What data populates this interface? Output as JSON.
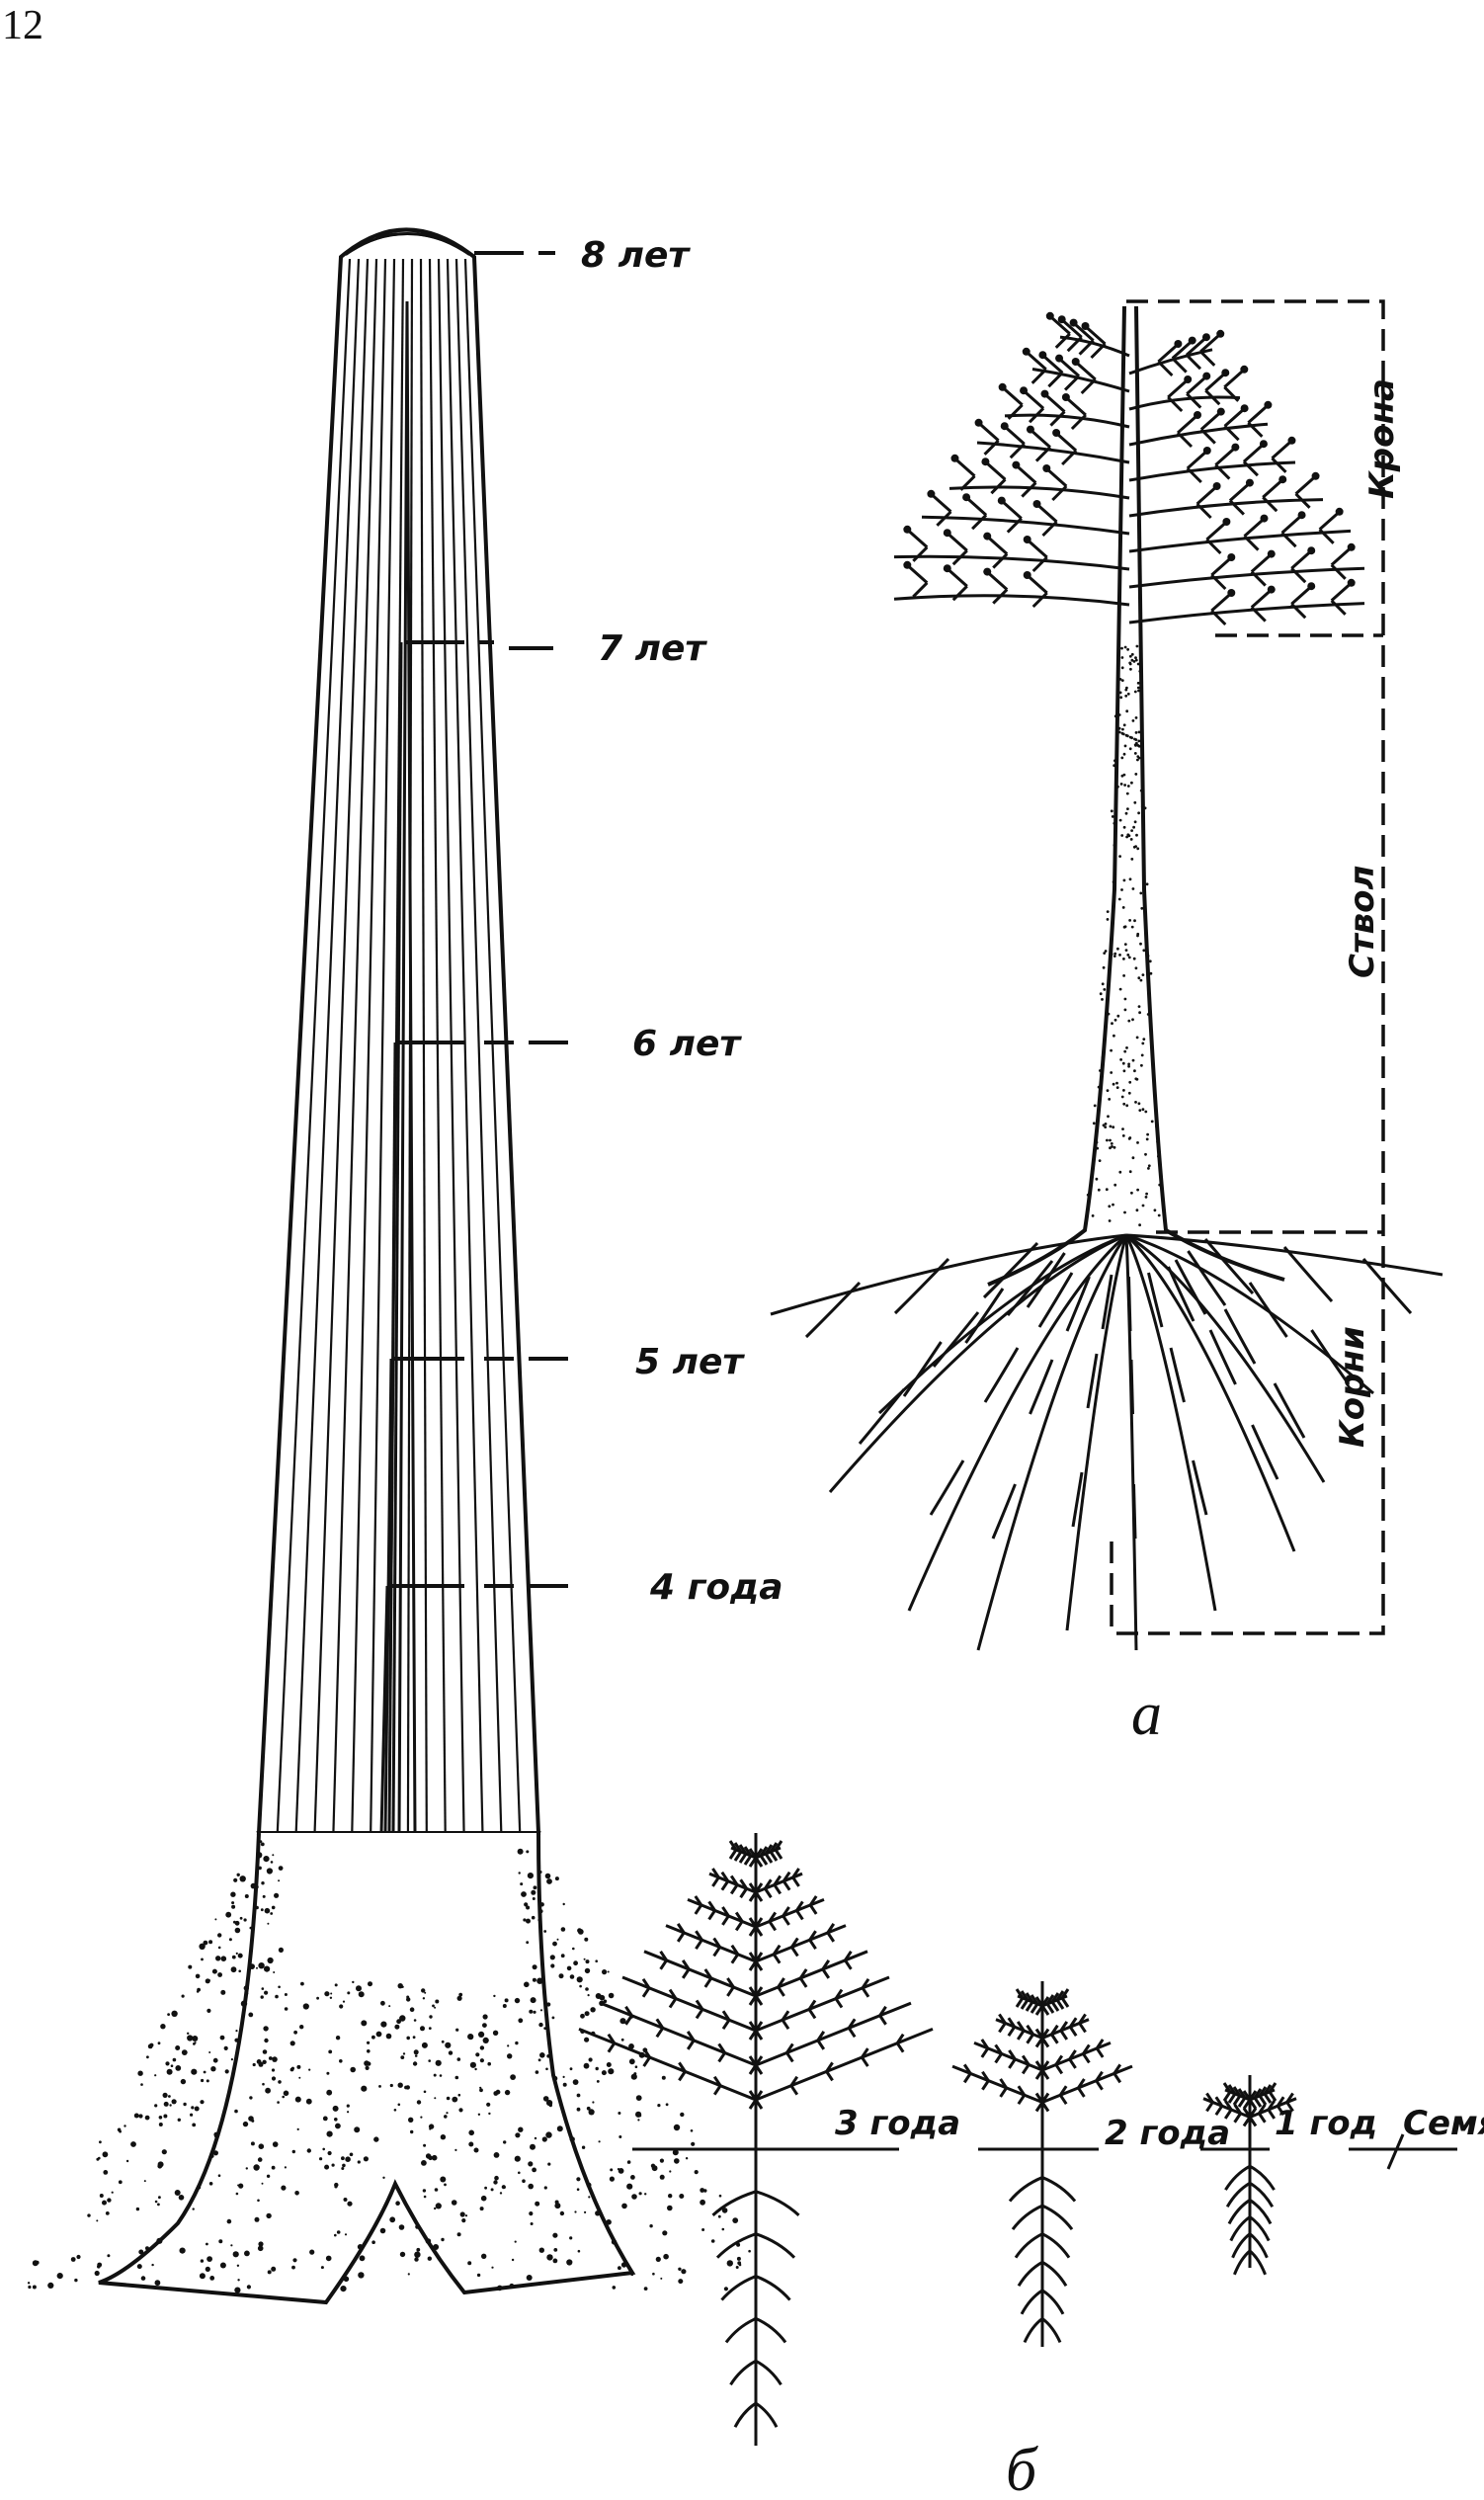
{
  "page_number": "12",
  "trunk_labels": [
    "8 лет",
    "7 лет",
    "6 лет",
    "5 лет",
    "4 года"
  ],
  "tree_zones": {
    "crown": "Крона",
    "trunk": "Ствол",
    "roots": "Корни"
  },
  "figure_letters": {
    "a": "а",
    "b": "б"
  },
  "seedling_labels": [
    "3 года",
    "2 года",
    "1 год",
    "Семя"
  ],
  "colors": {
    "ink": "#111111",
    "paper": "#ffffff"
  }
}
